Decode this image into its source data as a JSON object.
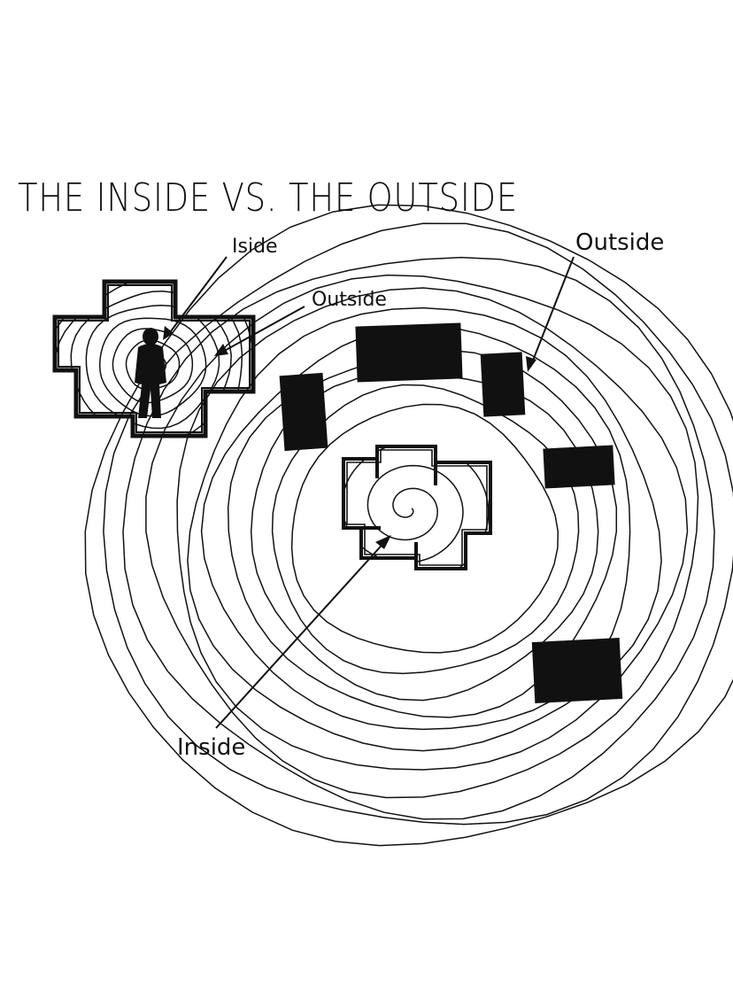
{
  "title": "THE INSIDE VS. THE OUTSIDE",
  "colors": {
    "ink": "#111111",
    "paper": "#ffffff"
  },
  "left_figure": {
    "label_inside": "Iside",
    "label_outside": "Outside"
  },
  "right_figure": {
    "label_outside": "Outside",
    "label_inside": "Inside"
  }
}
